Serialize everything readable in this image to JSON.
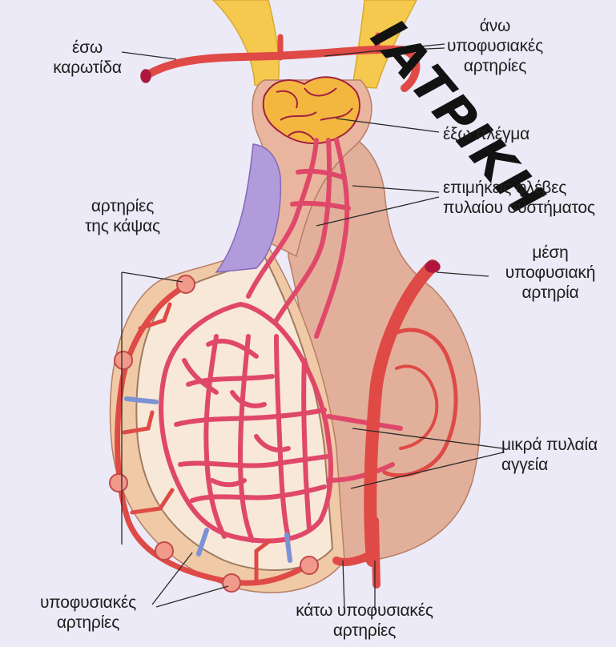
{
  "labels": {
    "eso_karotida": [
      "έσω",
      "καρωτίδα"
    ],
    "ano_arteries": [
      "άνω",
      "υποφυσιακές",
      "αρτηρίες"
    ],
    "exo_plegma": [
      "έξω πλέγμα"
    ],
    "epimikeis_fleves": [
      "επιμήκεις φλέβες",
      "πυλαίου συστήματος"
    ],
    "artiries_kapsas": [
      "αρτηρίες",
      "της κάψας"
    ],
    "mesi_artiria": [
      "μέση",
      "υποφυσιακή",
      "αρτηρία"
    ],
    "mikra_pylaia": [
      "μικρά πυλαία",
      "αγγεία"
    ],
    "ypofysiakes_artiries": [
      "υποφυσιακές",
      "αρτηρίες"
    ],
    "kato_artiries": [
      "κάτω υποφυσιακές",
      "αρτηρίες"
    ]
  },
  "watermark": "ΙΑΤΡΙΚΗ",
  "colors": {
    "background": "#ebeaf6",
    "anterior_lobe": "#f0c9a6",
    "posterior_lobe": "#e2b09a",
    "stalk": "#eab59e",
    "capsule_inner": "#f8e8d8",
    "vessel": "#e0486a",
    "vessel_edge": "#a3203f",
    "artery": "#df4a46",
    "nerve_tract": "#f5c84e",
    "vein_stub": "#7d92d4",
    "recess": "#b29bdb"
  }
}
